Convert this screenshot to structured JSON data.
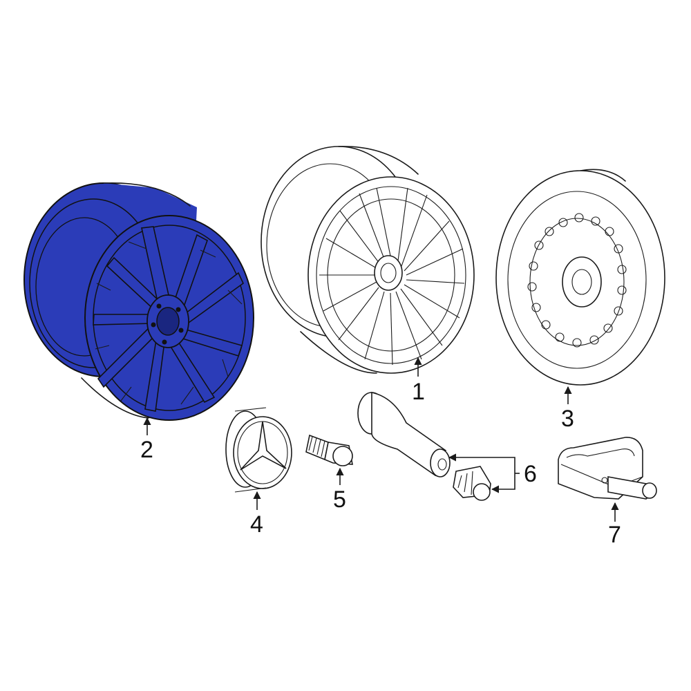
{
  "colors": {
    "highlight": "#2b3cb8",
    "highlight_dark": "#1a2680",
    "line": "#1a1a1a",
    "background": "#ffffff"
  },
  "callouts": {
    "1": "1",
    "2": "2",
    "3": "3",
    "4": "4",
    "5": "5",
    "6": "6",
    "7": "7"
  },
  "highlighted_part": "2"
}
